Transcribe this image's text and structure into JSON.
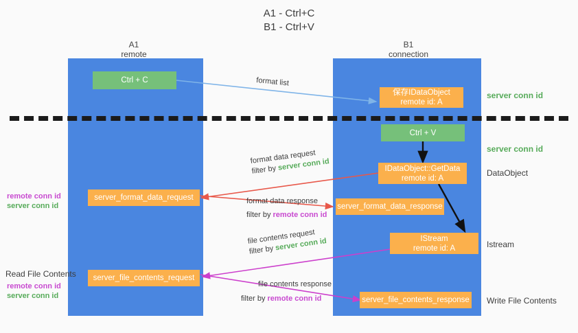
{
  "title": {
    "line1": "A1 - Ctrl+C",
    "line2": "B1 - Ctrl+V"
  },
  "lanes": [
    {
      "id": "a1",
      "name": "A1",
      "sub": "remote"
    },
    {
      "id": "b1",
      "name": "B1",
      "sub": "connection"
    }
  ],
  "boxes": {
    "ctrl_c": {
      "line1": "Ctrl + C",
      "line2": "",
      "color": "#76c07a"
    },
    "save_idataobject": {
      "line1": "保存IDataObject",
      "line2": "remote id: A",
      "color": "#fbb04c"
    },
    "ctrl_v": {
      "line1": "Ctrl + V",
      "line2": "",
      "color": "#76c07a"
    },
    "getdata": {
      "line1": "IDataObject::GetData",
      "line2": "remote id: A",
      "color": "#fbb04c"
    },
    "istream": {
      "line1": "IStream",
      "line2": "remote id: A",
      "color": "#fbb04c"
    },
    "server_format_data_request": {
      "line1": "server_format_data_request",
      "line2": "",
      "color": "#fbb04c"
    },
    "server_format_data_response": {
      "line1": "server_format_data_response",
      "line2": "",
      "color": "#fbb04c"
    },
    "server_file_contents_request": {
      "line1": "server_file_contents_request",
      "line2": "",
      "color": "#fbb04c"
    },
    "server_file_contents_response": {
      "line1": "server_file_contents_response",
      "line2": "",
      "color": "#fbb04c"
    }
  },
  "right_labels": {
    "server_conn_id_1": "server conn id",
    "server_conn_id_2": "server conn id",
    "dataobject": "DataObject",
    "istream": "Istream",
    "write_file_contents": "Write File Contents"
  },
  "left_labels": {
    "read_file_contents": "Read File Contents",
    "remote_conn_id_a": "remote conn id",
    "server_conn_id_a": "server conn id",
    "remote_conn_id_b": "remote conn id",
    "server_conn_id_b": "server conn id"
  },
  "arrow_labels": {
    "format_list": "format list",
    "format_data_request": "format data request",
    "format_data_request_filter_prefix": "filter by ",
    "format_data_request_filter_key": "server conn id",
    "format_data_response": "format data response",
    "format_data_response_filter_prefix": "filter by ",
    "format_data_response_filter_key": "remote conn id",
    "file_contents_request": "file contents request",
    "file_contents_request_filter_prefix": "filter by ",
    "file_contents_request_filter_key": "server conn id",
    "file_contents_response": "file contents response",
    "file_contents_response_filter_prefix": "filter by ",
    "file_contents_response_filter_key": "remote conn id"
  },
  "colors": {
    "lane": "#4a86e0",
    "green_box": "#76c07a",
    "orange_box": "#fbb04c",
    "server_conn_id": "#57ab5a",
    "remote_conn_id": "#c84ad0",
    "format_list_arrow": "#7fb4e8",
    "format_data_arrow": "#e8584a",
    "file_contents_arrow": "#cc3fcc",
    "black_arrow": "#111111",
    "background": "#fafafa"
  }
}
